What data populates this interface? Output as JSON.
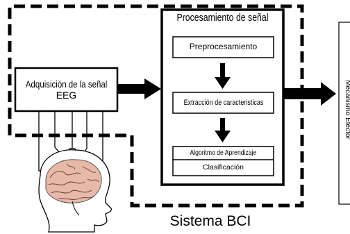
{
  "diagram": {
    "acquisition": {
      "line1": "Adquisición de la señal",
      "line2": "EEG"
    },
    "processing": {
      "title": "Procesamiento de señal",
      "steps": {
        "preprocessing": "Preprocesamiento",
        "feature_extraction": "Extracción de caracteristicas",
        "learning_algorithm": "Algoritmo de Aprendizaje",
        "classification": "Clasificación"
      }
    },
    "effector": "Mecanismo Efector",
    "system_label": "Sistema BCI"
  },
  "icons": {
    "head": "head-with-brain-icon",
    "electrodes": "eeg-electrode-icon"
  },
  "colors": {
    "line": "#000000",
    "background": "#ffffff",
    "brain": "#e8b8a8"
  }
}
